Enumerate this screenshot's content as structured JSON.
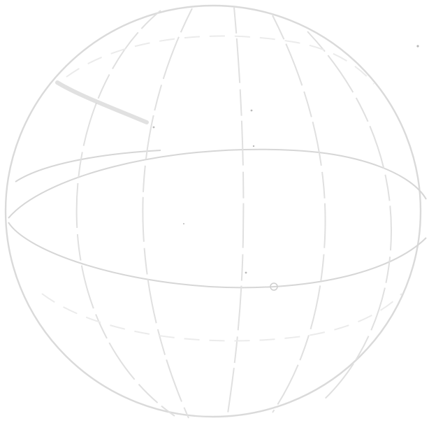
{
  "figure": {
    "subject": "wireframe-sphere",
    "colors": {
      "background": "#ffffff",
      "outline": "#dadada",
      "latitude_lines": "#d6d6d6",
      "meridian_lines": "#e0e0e0",
      "highlight_stroke": "#c8c8c8",
      "specks": "#b9b9b9"
    },
    "latitude_band_count": 2,
    "meridian_count": 5
  }
}
